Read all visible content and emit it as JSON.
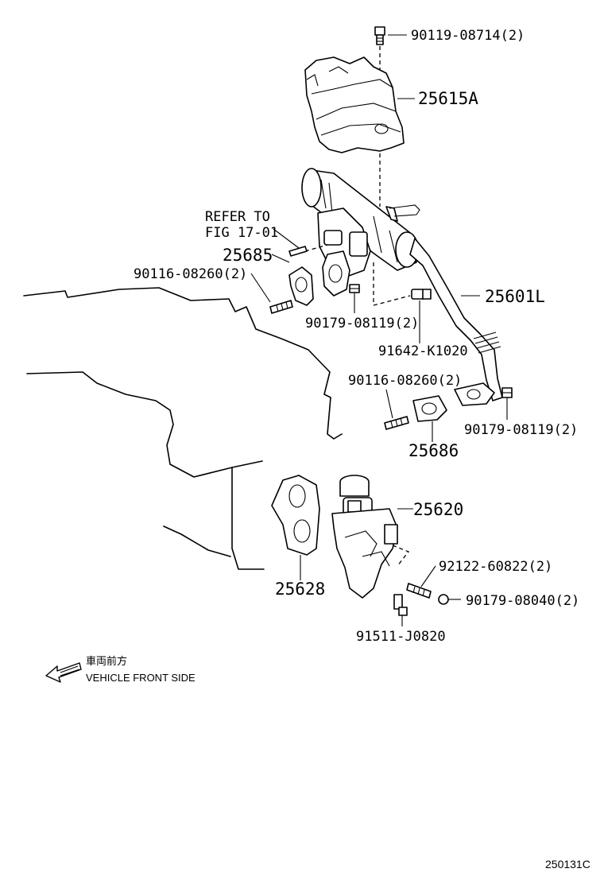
{
  "labels": {
    "bolt_top": "90119-08714(2)",
    "cover": "25615A",
    "refer_line1": "REFER TO",
    "refer_line2": "FIG 17-01",
    "gasket_small": "25685",
    "stud_left": "90116-08260(2)",
    "cooler": "25601L",
    "nut_mid": "90179-08119(2)",
    "gasket_k": "91642-K1020",
    "stud_right": "90116-08260(2)",
    "nut_right": "90179-08119(2)",
    "gasket_pipe": "25686",
    "valve": "25620",
    "gasket_valve": "25628",
    "stud_valve": "92122-60822(2)",
    "nut_valve": "90179-08040(2)",
    "bolt_valve": "91511-J0820"
  },
  "direction": {
    "japanese": "車両前方",
    "english": "VEHICLE FRONT SIDE"
  },
  "figure_code": "250131C"
}
